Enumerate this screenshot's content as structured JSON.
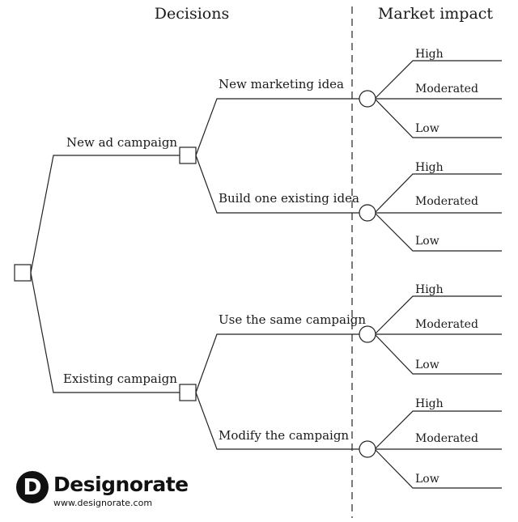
{
  "headers": {
    "decisions": "Decisions",
    "market_impact": "Market impact"
  },
  "root_branches": [
    {
      "label": "New ad campaign",
      "options": [
        {
          "label": "New marketing idea",
          "outcomes": [
            "High",
            "Moderated",
            "Low"
          ]
        },
        {
          "label": "Build one existing idea",
          "outcomes": [
            "High",
            "Moderated",
            "Low"
          ]
        }
      ]
    },
    {
      "label": "Existing campaign",
      "options": [
        {
          "label": "Use the same campaign",
          "outcomes": [
            "High",
            "Moderated",
            "Low"
          ]
        },
        {
          "label": "Modify the campaign",
          "outcomes": [
            "High",
            "Moderated",
            "Low"
          ]
        }
      ]
    }
  ],
  "logo": {
    "letter": "D",
    "name": "Designorate",
    "url": "www.designorate.com"
  }
}
